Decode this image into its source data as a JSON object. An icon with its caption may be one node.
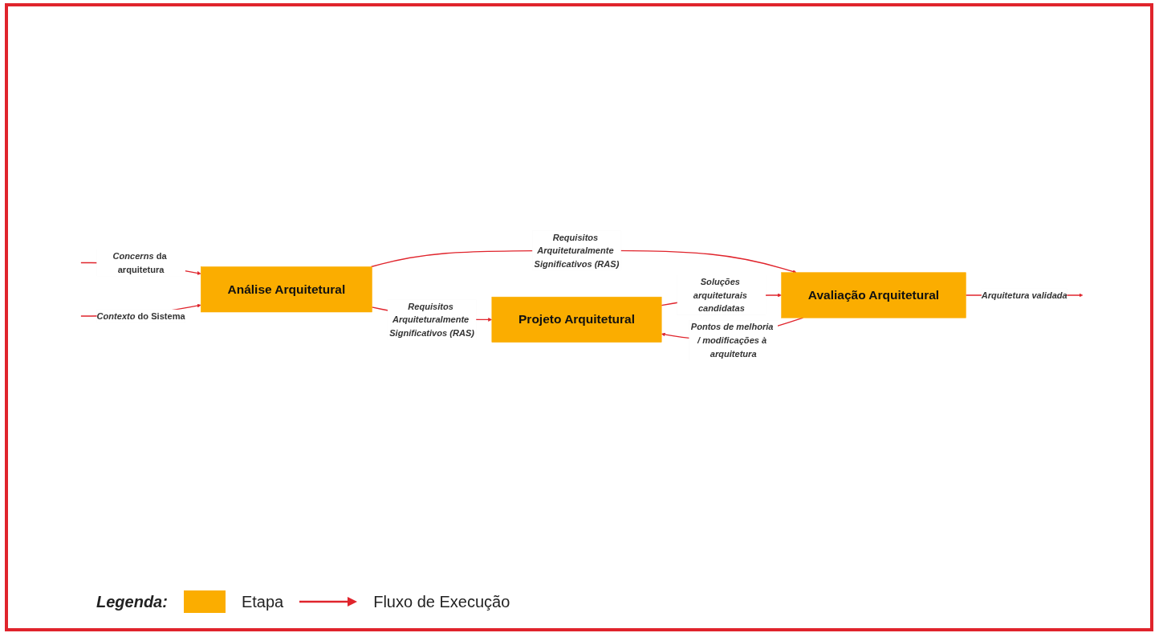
{
  "diagram": {
    "nodes": [
      {
        "text": [
          "Análise Arquitetural"
        ]
      },
      {
        "text": [
          "Projeto Arquitetural"
        ]
      },
      {
        "text": [
          "Avaliação Arquitetural"
        ]
      }
    ],
    "edges": [
      {
        "from": null,
        "to": 0,
        "arrow": "to",
        "label": "*Concerns* da arquitetura"
      },
      {
        "from": null,
        "to": 0,
        "arrow": "to",
        "label": "*Contexto* do Sistema"
      },
      {
        "from": 0,
        "to": 1,
        "arrow": "to",
        "label": "Requisitos Arquiteturalmente Significativos (RAS)"
      },
      {
        "from": 0,
        "to": 2,
        "arrow": "to",
        "label": "Requisitos Arquiteturalmente Significativos (RAS)"
      },
      {
        "from": 1,
        "to": 2,
        "arrow": "to",
        "label": "Soluções arquiteturais candidatas"
      },
      {
        "from": 2,
        "to": 1,
        "arrow": "to",
        "label": "Pontos de melhoria / modificações à arquitetura"
      },
      {
        "from": 2,
        "to": null,
        "arrow": "to",
        "label": "Arquitetura validada"
      }
    ],
    "labels": [
      "Legenda:"
    ],
    "legend": [
      {
        "text": "Etapa",
        "color": "#fbad00"
      },
      {
        "text": "Fluxo de Execução"
      }
    ]
  }
}
